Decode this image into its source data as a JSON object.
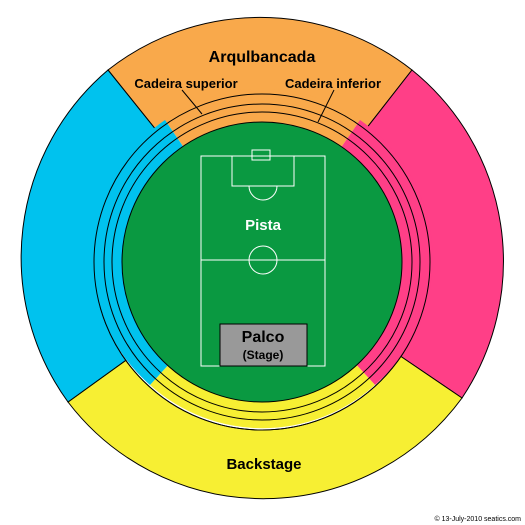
{
  "sections": {
    "arquibancada": "Arqulbancada",
    "cadeira_superior": "Cadeira superior",
    "cadeira_inferior": "Cadeira inferior",
    "pista": "Pista",
    "backstage": "Backstage"
  },
  "stage": {
    "title": "Palco",
    "subtitle": "(Stage)"
  },
  "copyright": "© 13-July-2010 seatics.com",
  "colors": {
    "orange": "#F9A94B",
    "pink": "#FF3F87",
    "blue": "#00C2EE",
    "yellow": "#F7EF33",
    "green": "#0A9941",
    "stage": "#999999"
  }
}
